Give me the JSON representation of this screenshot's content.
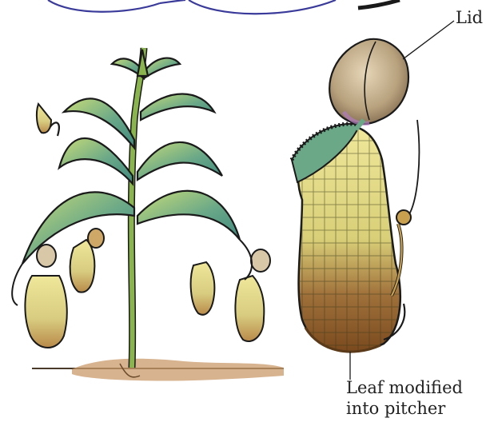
{
  "figure": {
    "labels": {
      "lid": "Lid",
      "pitcher_line1": "Leaf modified",
      "pitcher_line2": "into pitcher"
    }
  },
  "colors": {
    "stem": "#7fa84a",
    "leaf_dark": "#3f8a7e",
    "leaf_light": "#c8dc78",
    "pitcher_yellow": "#e6dc82",
    "pitcher_brown": "#8a5a2a",
    "lid": "#b8a27e",
    "lid_accent": "#b07cc0",
    "soil": "#c99a6a",
    "bubble_outline": "#3a3a9a",
    "ink": "#1a1a1a"
  }
}
